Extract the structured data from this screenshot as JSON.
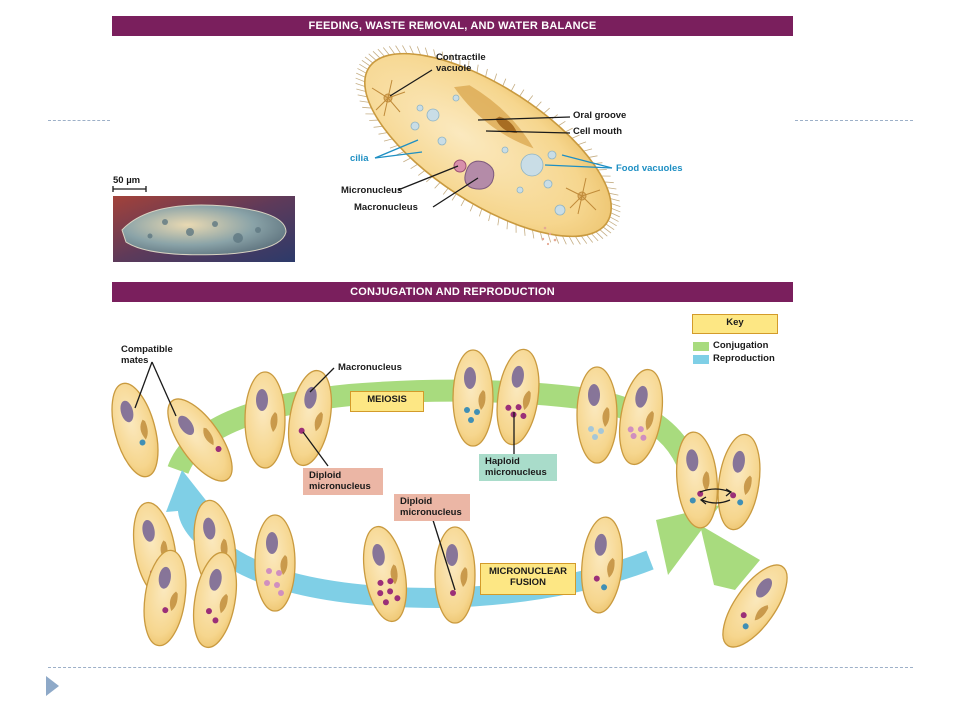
{
  "sections": {
    "feeding_title": "FEEDING, WASTE REMOVAL, AND WATER BALANCE",
    "conjugation_title": "CONJUGATION AND REPRODUCTION"
  },
  "feeding_labels": {
    "contractile_vacuole": "Contractile\nvacuole",
    "oral_groove": "Oral groove",
    "cell_mouth": "Cell mouth",
    "cilia": "cilia",
    "food_vacuoles": "Food vacuoles",
    "micronucleus": "Micronucleus",
    "macronucleus": "Macronucleus",
    "scale": "50 µm"
  },
  "conjugation_labels": {
    "compatible_mates": "Compatible\nmates",
    "macronucleus": "Macronucleus",
    "meiosis": "MEIOSIS",
    "diploid_1": "Diploid\nmicronucleus",
    "haploid": "Haploid\nmicronucleus",
    "diploid_2": "Diploid\nmicronucleus",
    "fusion": "MICRONUCLEAR\nFUSION"
  },
  "key": {
    "title": "Key",
    "items": [
      {
        "label": "Conjugation",
        "color": "#a8db7e"
      },
      {
        "label": "Reproduction",
        "color": "#7fcfe6"
      }
    ]
  },
  "colors": {
    "banner": "#7a1f5d",
    "cell_fill": "#f7d996",
    "cell_stroke": "#c99a3f",
    "macronucleus": "#7a6896",
    "micronucleus": "#9b2f78",
    "conjugation_arrow": "#a8db7e",
    "reproduction_arrow": "#7fcfe6",
    "cilia_label": "#1e8fc3"
  },
  "icons": [
    "play-triangle-icon",
    "paramecium-cell-icon",
    "micrograph-image",
    "scale-bar-icon"
  ]
}
